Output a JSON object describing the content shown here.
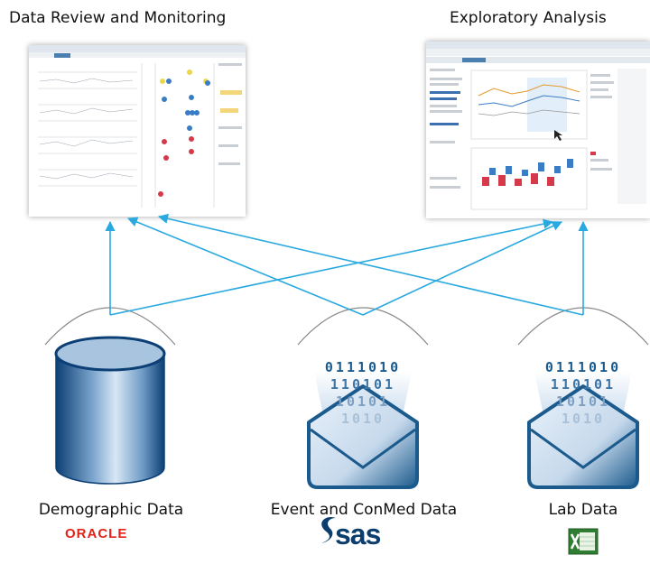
{
  "titles": {
    "left": "Data Review and Monitoring",
    "right": "Exploratory Analysis"
  },
  "sources": [
    {
      "label": "Demographic Data",
      "brand": "ORACLE",
      "icon": "database-icon"
    },
    {
      "label": "Event and ConMed Data",
      "brand": "sas",
      "icon": "binary-envelope-icon"
    },
    {
      "label": "Lab Data",
      "brand": "Excel",
      "icon": "binary-envelope-icon"
    }
  ],
  "binary": [
    "0111010",
    "110101",
    "10101",
    "1010"
  ],
  "colors": {
    "arrow": "#29a9e0",
    "envelope": "#1b5a8c",
    "oracle": "#e2231a",
    "sas": "#0b3d6e"
  }
}
